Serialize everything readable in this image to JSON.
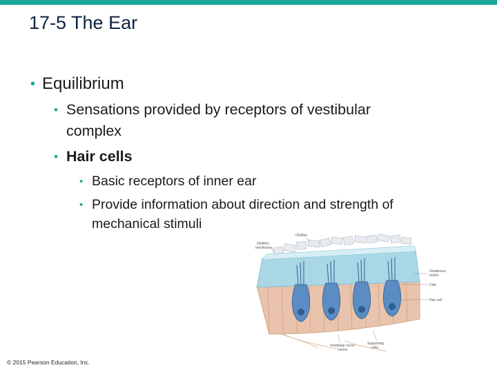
{
  "slide": {
    "title": "17-5 The Ear",
    "bullets": {
      "equilibrium": "Equilibrium",
      "sensations_line1": "Sensations provided by receptors of vestibular",
      "sensations_line2": "complex",
      "hair_cells": "Hair cells",
      "basic_receptors": "Basic receptors of inner ear",
      "provide_line1": "Provide information about direction and strength of",
      "provide_line2": "mechanical stimuli"
    },
    "copyright": "© 2015 Pearson Education, Inc.",
    "figure_labels": {
      "otoliths": "Otoliths",
      "otolithic_membrane_1": "Otolithic",
      "otolithic_membrane_2": "membrane",
      "gelatinous_matrix_1": "Gelatinous",
      "gelatinous_matrix_2": "matrix",
      "cilia": "Cilia",
      "hair_cell": "Hair cell",
      "supporting_cells_1": "Supporting",
      "supporting_cells_2": "cells",
      "vestibular_nerve_1": "Vestibular nerve",
      "vestibular_nerve_2": "axons"
    }
  },
  "colors": {
    "accent": "#1aa59a",
    "title": "#0d2340",
    "gel": "#a9d7e6",
    "otolith": "#e8ecf0",
    "hair_cell": "#5b8cc4",
    "support_cell": "#e9c3ab",
    "nerve": "#d2a07a"
  }
}
